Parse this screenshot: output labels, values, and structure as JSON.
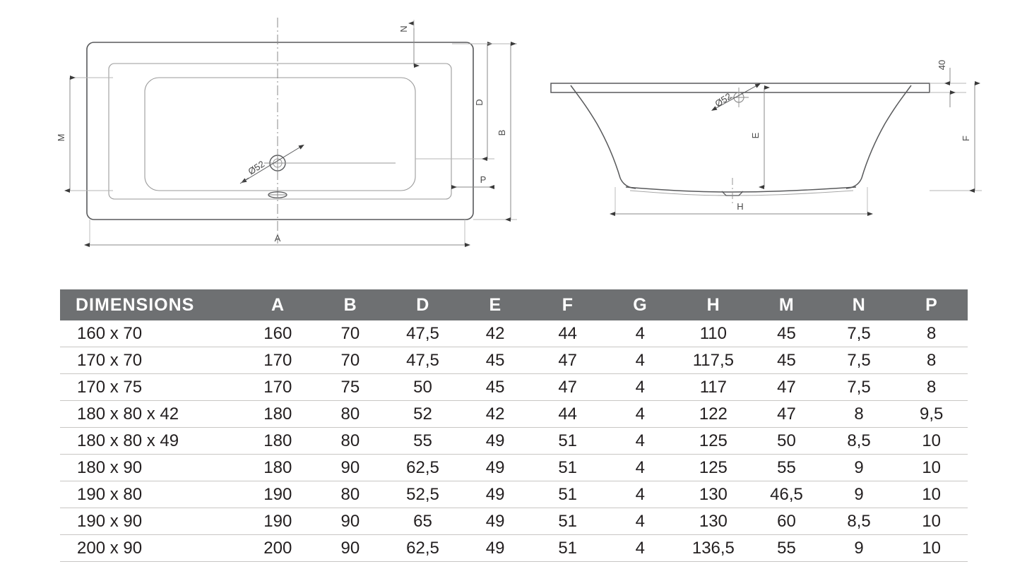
{
  "drawing": {
    "top_view": {
      "labels": {
        "width_A": "A",
        "height_B": "B",
        "inner_D": "D",
        "offset_N": "N",
        "offset_P": "P",
        "inner_M": "M",
        "drain": "Ø52"
      }
    },
    "section_view": {
      "labels": {
        "depth_E": "E",
        "bottom_H": "H",
        "height_F": "F",
        "rim_40": "40",
        "drain": "Ø52"
      }
    }
  },
  "table": {
    "title": "DIMENSIONS",
    "columns": [
      "A",
      "B",
      "D",
      "E",
      "F",
      "G",
      "H",
      "M",
      "N",
      "P"
    ],
    "rows": [
      {
        "name": "160 x 70",
        "values": [
          "160",
          "70",
          "47,5",
          "42",
          "44",
          "4",
          "110",
          "45",
          "7,5",
          "8"
        ]
      },
      {
        "name": "170 x 70",
        "values": [
          "170",
          "70",
          "47,5",
          "45",
          "47",
          "4",
          "117,5",
          "45",
          "7,5",
          "8"
        ]
      },
      {
        "name": "170 x 75",
        "values": [
          "170",
          "75",
          "50",
          "45",
          "47",
          "4",
          "117",
          "47",
          "7,5",
          "8"
        ]
      },
      {
        "name": "180 x 80 x 42",
        "values": [
          "180",
          "80",
          "52",
          "42",
          "44",
          "4",
          "122",
          "47",
          "8",
          "9,5"
        ]
      },
      {
        "name": "180 x 80 x 49",
        "values": [
          "180",
          "80",
          "55",
          "49",
          "51",
          "4",
          "125",
          "50",
          "8,5",
          "10"
        ]
      },
      {
        "name": "180 x 90",
        "values": [
          "180",
          "90",
          "62,5",
          "49",
          "51",
          "4",
          "125",
          "55",
          "9",
          "10"
        ]
      },
      {
        "name": "190 x 80",
        "values": [
          "190",
          "80",
          "52,5",
          "49",
          "51",
          "4",
          "130",
          "46,5",
          "9",
          "10"
        ]
      },
      {
        "name": "190 x 90",
        "values": [
          "190",
          "90",
          "65",
          "49",
          "51",
          "4",
          "130",
          "60",
          "8,5",
          "10"
        ]
      },
      {
        "name": "200 x 90",
        "values": [
          "200",
          "90",
          "62,5",
          "49",
          "51",
          "4",
          "136,5",
          "55",
          "9",
          "10"
        ]
      }
    ]
  },
  "colors": {
    "header_bg": "#6e7072",
    "header_text": "#ffffff",
    "row_text": "#231f20",
    "row_divider": "#c8c6c4",
    "drawing_line": "#58595b"
  }
}
